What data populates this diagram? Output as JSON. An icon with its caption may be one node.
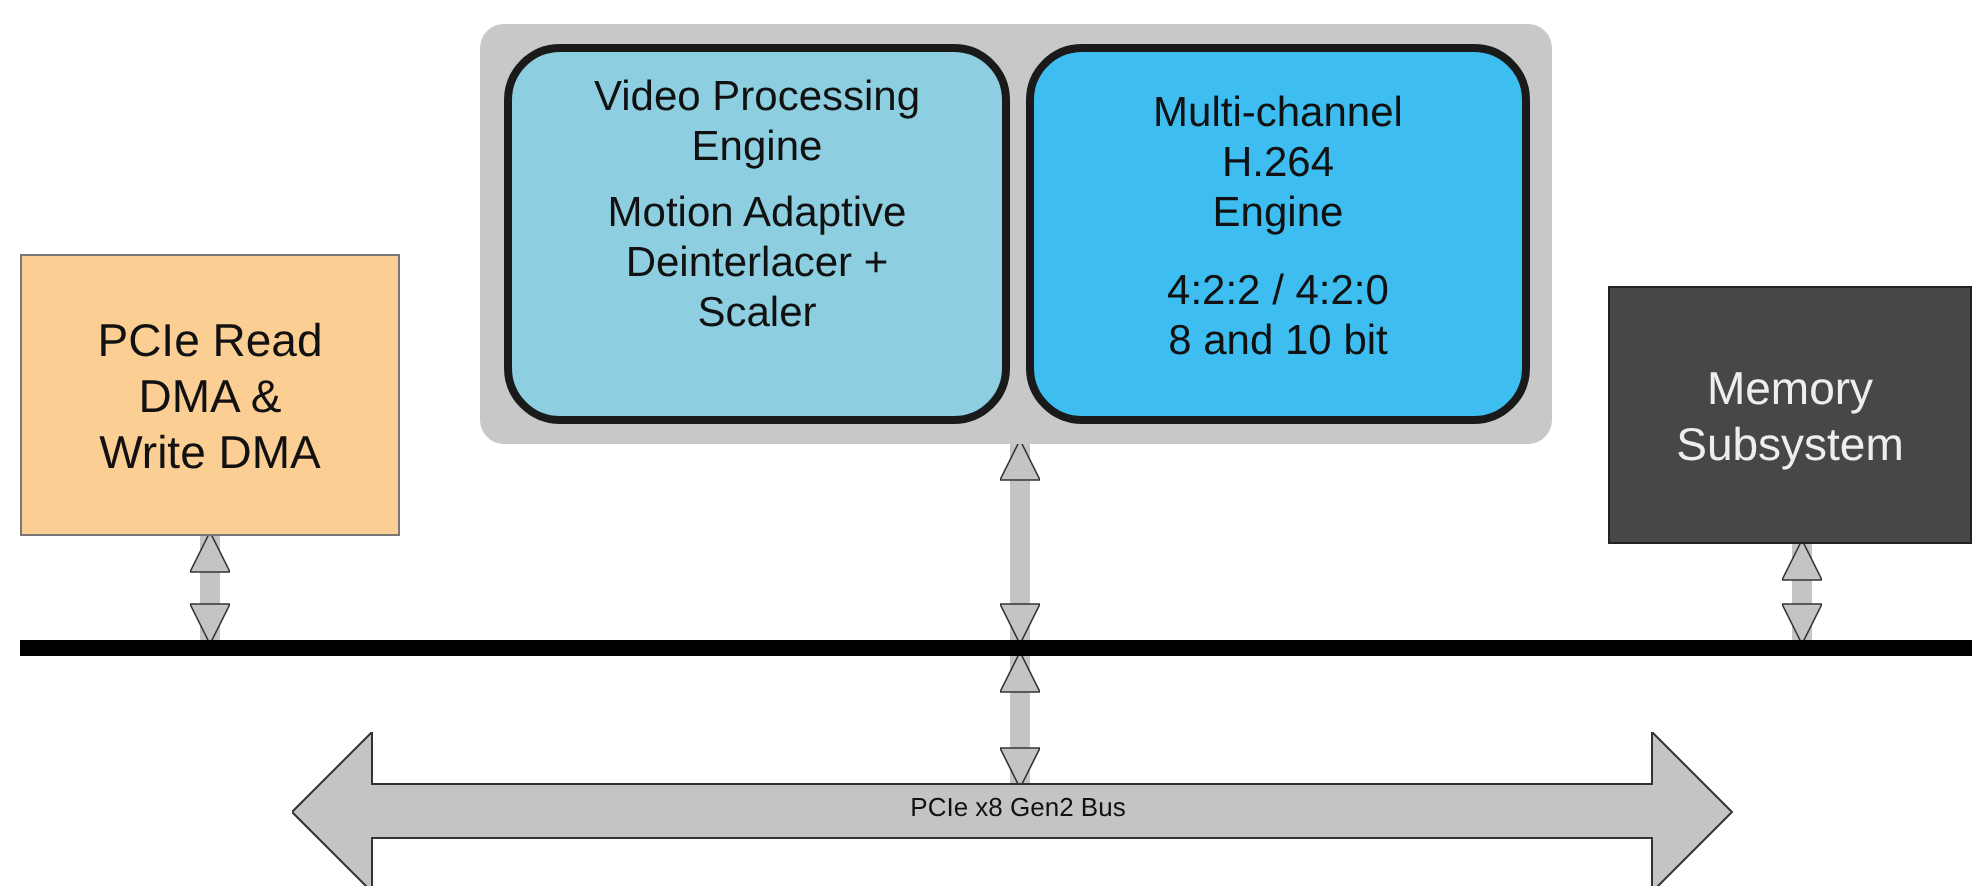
{
  "diagram": {
    "nodes": [
      {
        "text": [
          "PCIe Read DMA & Write DMA"
        ]
      },
      {
        "text": [],
        "shape": "box"
      },
      {
        "text": [
          "Video Processing Engine",
          "Motion Adaptive Deinterlacer + Scaler"
        ],
        "in": 1
      },
      {
        "text": [
          "Multi-channel H.264 Engine",
          "4:2:2 / 4:2:0 8 and 10 bit"
        ],
        "in": 1
      },
      {
        "text": [
          "Memory Subsystem"
        ]
      },
      {
        "text": [],
        "shape": "bar"
      },
      {
        "text": [
          "PCIe x8 Gen2 Bus"
        ]
      }
    ],
    "edges": [
      {
        "from": 0,
        "to": 5,
        "arrow": "both"
      },
      {
        "from": 1,
        "to": 5,
        "arrow": "both"
      },
      {
        "from": 4,
        "to": 5,
        "arrow": "both"
      },
      {
        "from": 5,
        "to": 6,
        "arrow": "both"
      }
    ]
  }
}
